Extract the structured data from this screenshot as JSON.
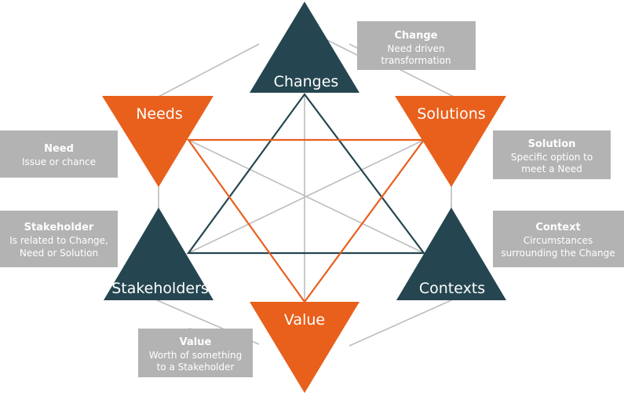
{
  "colors": {
    "dark": "#254650",
    "orange": "#e8601c",
    "box": "#b3b3b3",
    "line": "#bdbdbd"
  },
  "nodes": {
    "changes": "Changes",
    "needs": "Needs",
    "solutions": "Solutions",
    "stakeholders": "Stakeholders",
    "contexts": "Contexts",
    "value": "Value"
  },
  "definitions": {
    "change": {
      "title": "Change",
      "lines": [
        "Need driven",
        "transformation"
      ]
    },
    "need": {
      "title": "Need",
      "lines": [
        "Issue or chance"
      ]
    },
    "solution": {
      "title": "Solution",
      "lines": [
        "Specific option to",
        "meet a Need"
      ]
    },
    "stakeholder": {
      "title": "Stakeholder",
      "lines": [
        "Is related to Change,",
        "Need or Solution"
      ]
    },
    "context": {
      "title": "Context",
      "lines": [
        "Circumstances",
        "surrounding the Change"
      ]
    },
    "value": {
      "title": "Value",
      "lines": [
        "Worth of something",
        "to a Stakeholder"
      ]
    }
  }
}
